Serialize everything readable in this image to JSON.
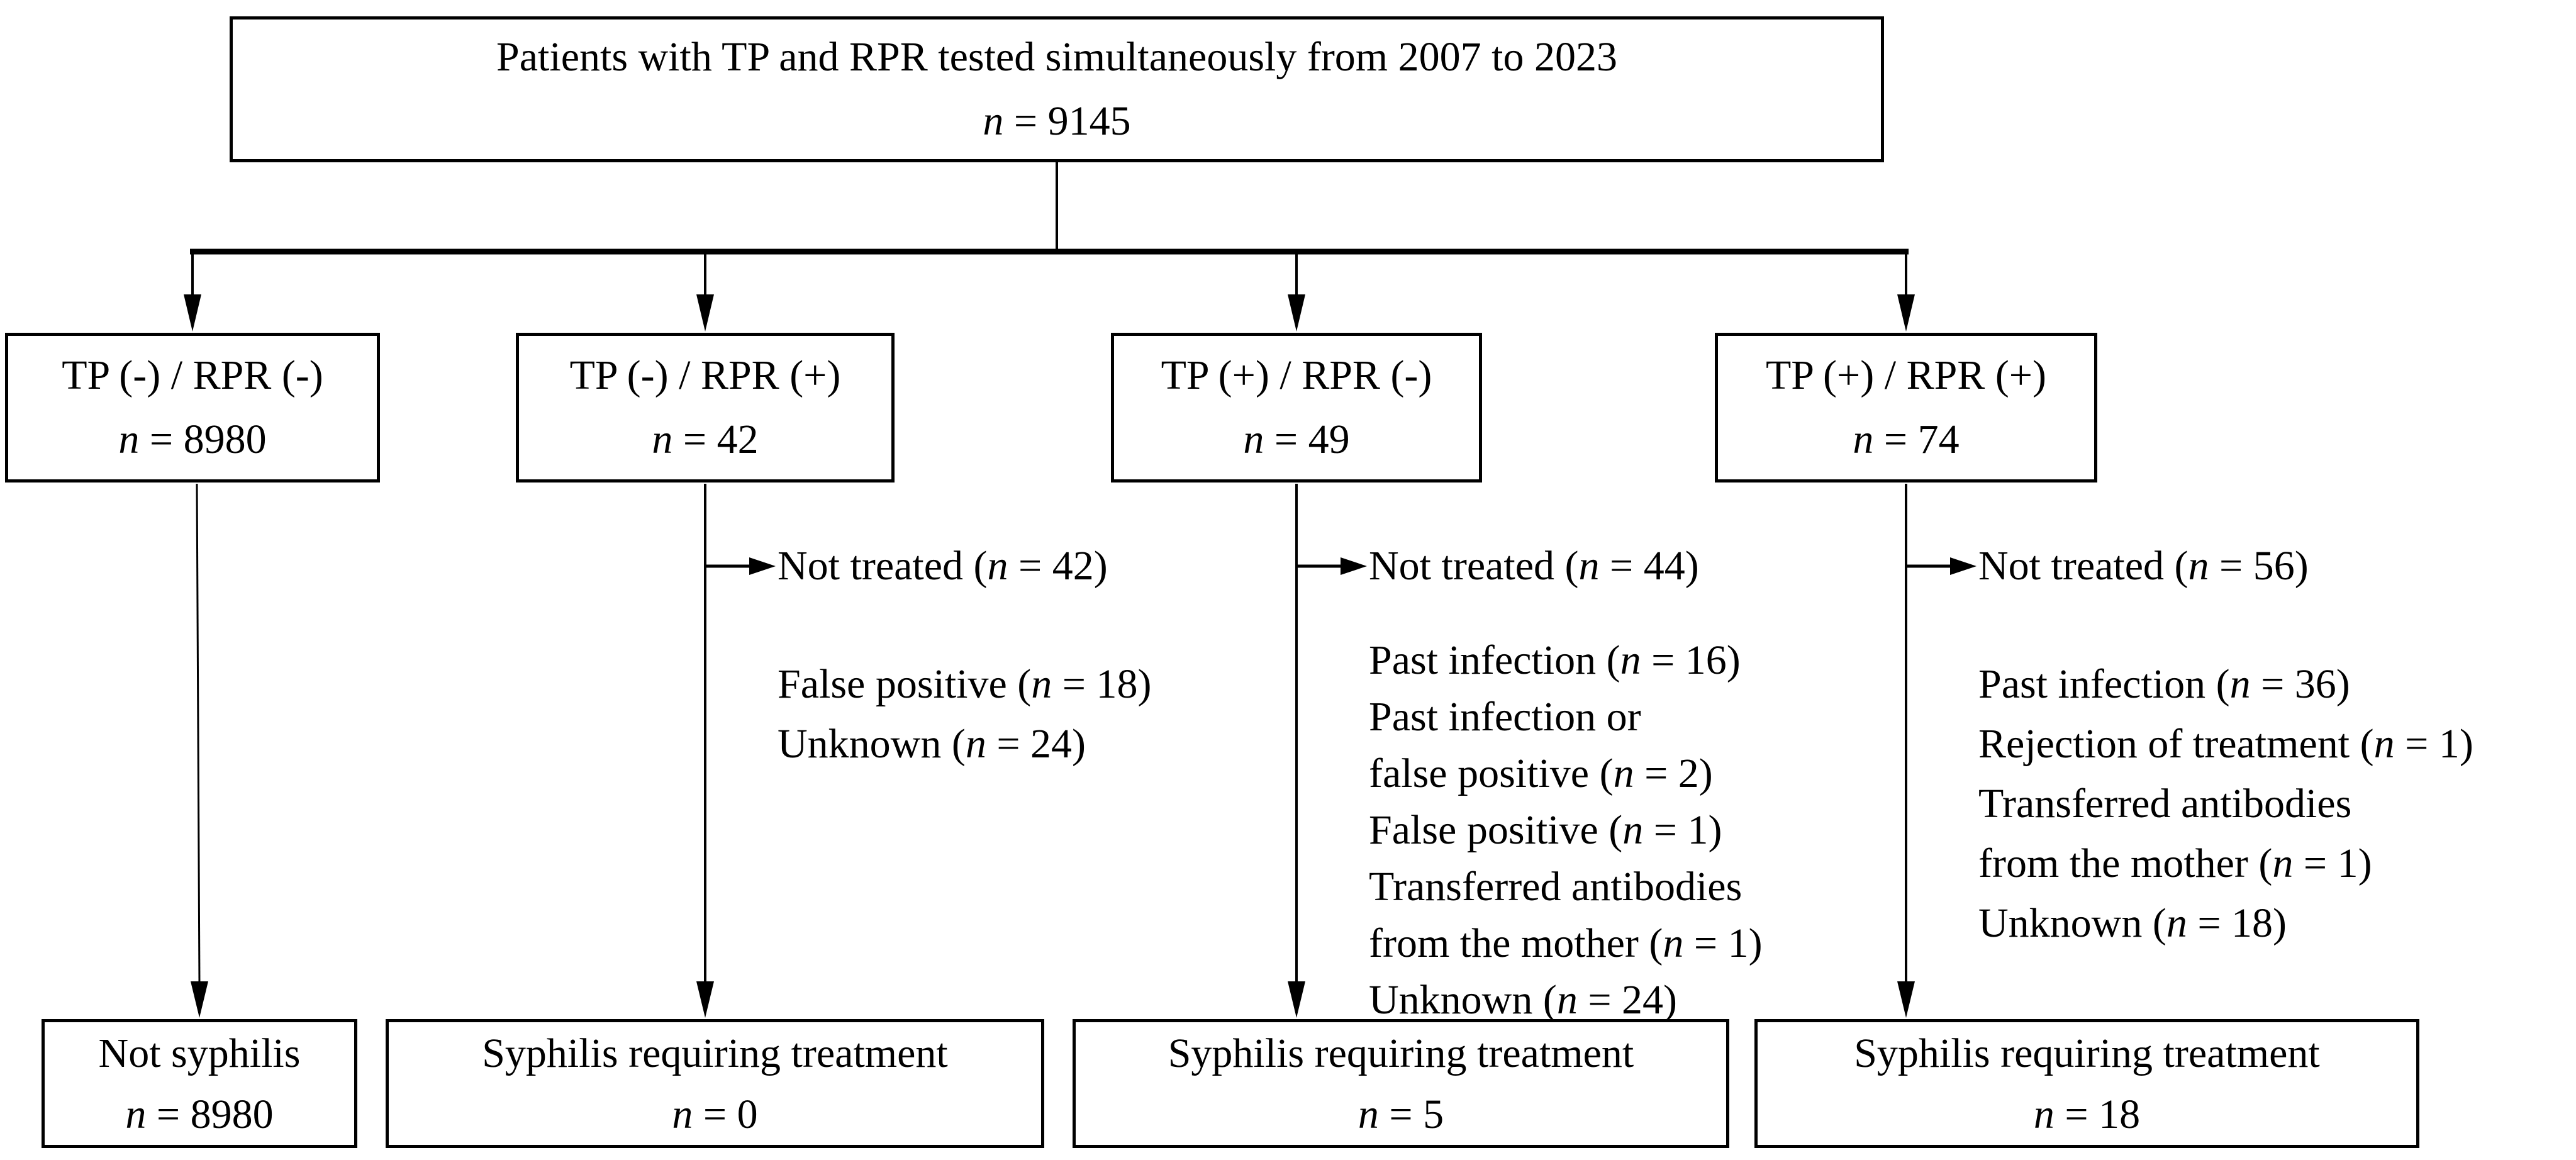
{
  "figure": {
    "type": "flowchart",
    "title_hint": "Patient flow of simultaneous TP and RPR testing"
  },
  "colors": {
    "ink": "#000000",
    "paper": "#ffffff"
  },
  "root_box": {
    "label": "Patients with TP and RPR tested simultaneously from 2007 to 2023",
    "n_line": "n = 9145"
  },
  "branch_boxes": [
    {
      "label": "TP (-) / RPR (-)",
      "n_line": "n = 8980"
    },
    {
      "label": "TP (-) / RPR (+)",
      "n_line": "n = 42"
    },
    {
      "label": "TP (+) / RPR (-)",
      "n_line": "n = 49"
    },
    {
      "label": "TP (+) / RPR (+)",
      "n_line": "n = 74"
    }
  ],
  "annotations": [
    {
      "header": "Not treated (n = 42)",
      "lines": [
        "False positive (n = 18)",
        "Unknown (n = 24)"
      ]
    },
    {
      "header": "Not treated (n = 44)",
      "lines": [
        "Past infection (n = 16)",
        "Past infection or",
        "false positive (n = 2)",
        "False positive (n = 1)",
        "Transferred antibodies",
        "from the mother (n = 1)",
        "Unknown (n = 24)"
      ]
    },
    {
      "header": "Not treated (n = 56)",
      "lines": [
        "Past infection (n = 36)",
        "Rejection of treatment (n = 1)",
        "Transferred antibodies",
        "from the mother (n = 1)",
        "Unknown (n = 18)"
      ]
    }
  ],
  "outcome_boxes": [
    {
      "label": "Not syphilis",
      "n_line": "n = 8980"
    },
    {
      "label": "Syphilis requiring treatment",
      "n_line": "n = 0"
    },
    {
      "label": "Syphilis requiring treatment",
      "n_line": "n = 5"
    },
    {
      "label": "Syphilis requiring treatment",
      "n_line": "n = 18"
    }
  ]
}
